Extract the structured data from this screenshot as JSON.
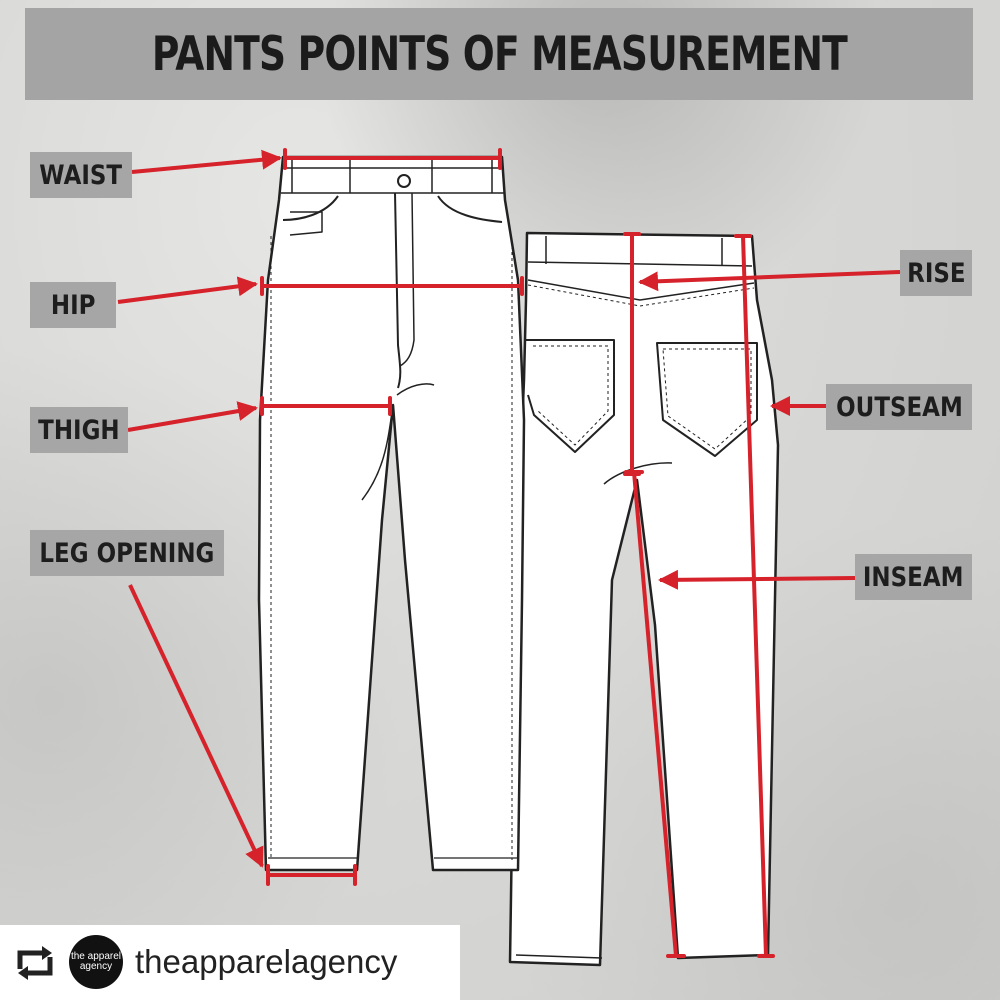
{
  "title": "PANTS POINTS OF MEASUREMENT",
  "labels": {
    "waist": "WAIST",
    "hip": "HIP",
    "thigh": "THIGH",
    "leg_opening": "LEG OPENING",
    "rise": "RISE",
    "outseam": "OUTSEAM",
    "inseam": "INSEAM"
  },
  "footer": {
    "repost_icon": "repost-icon",
    "logo_text": "the apparel agency",
    "handle": "theapparelagency"
  },
  "colors": {
    "accent_red": "#d6222a",
    "label_bg": "#a6a6a6",
    "line": "#222222"
  }
}
